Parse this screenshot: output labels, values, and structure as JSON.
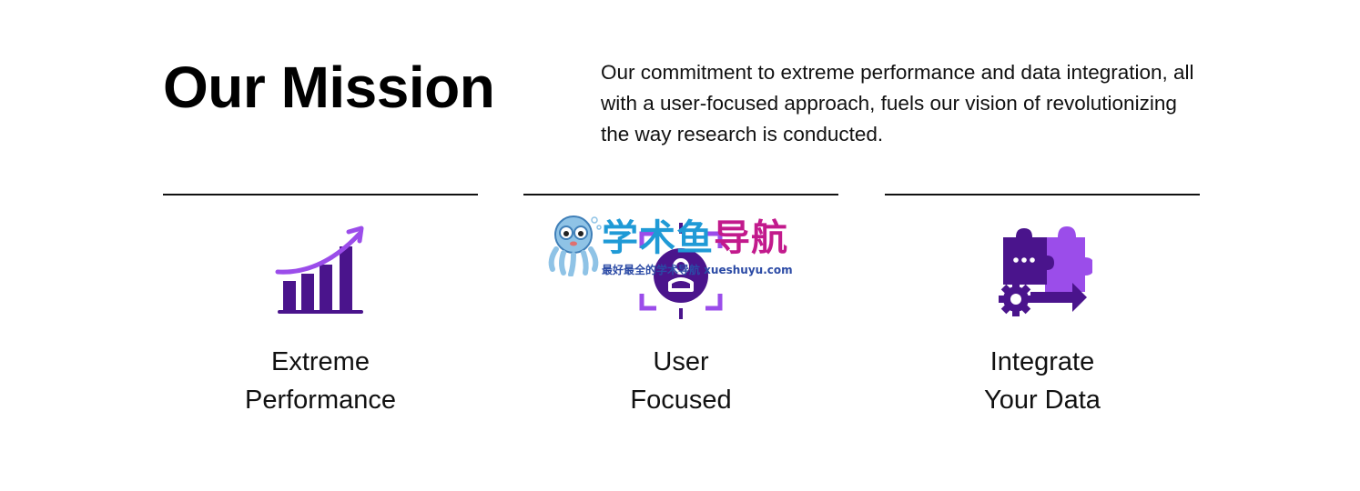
{
  "mission": {
    "title": "Our Mission",
    "text": "Our commitment to extreme performance and data integration, all with a user-focused approach, fuels our vision of revolutionizing the way research is conducted."
  },
  "features": [
    {
      "icon": "growth-chart-icon",
      "line1": "Extreme",
      "line2": "Performance"
    },
    {
      "icon": "user-focus-icon",
      "line1": "User",
      "line2": "Focused"
    },
    {
      "icon": "puzzle-integration-icon",
      "line1": "Integrate",
      "line2": "Your Data"
    }
  ],
  "watermark": {
    "title_part1": "学术鱼",
    "title_part2": "导航",
    "subtitle": "最好最全的学术导航 xueshuyu.com"
  },
  "colors": {
    "icon_dark_purple": "#4a148c",
    "icon_light_purple": "#9b4dea",
    "watermark_blue": "#1f9ad6",
    "watermark_magenta": "#c21a8c"
  }
}
